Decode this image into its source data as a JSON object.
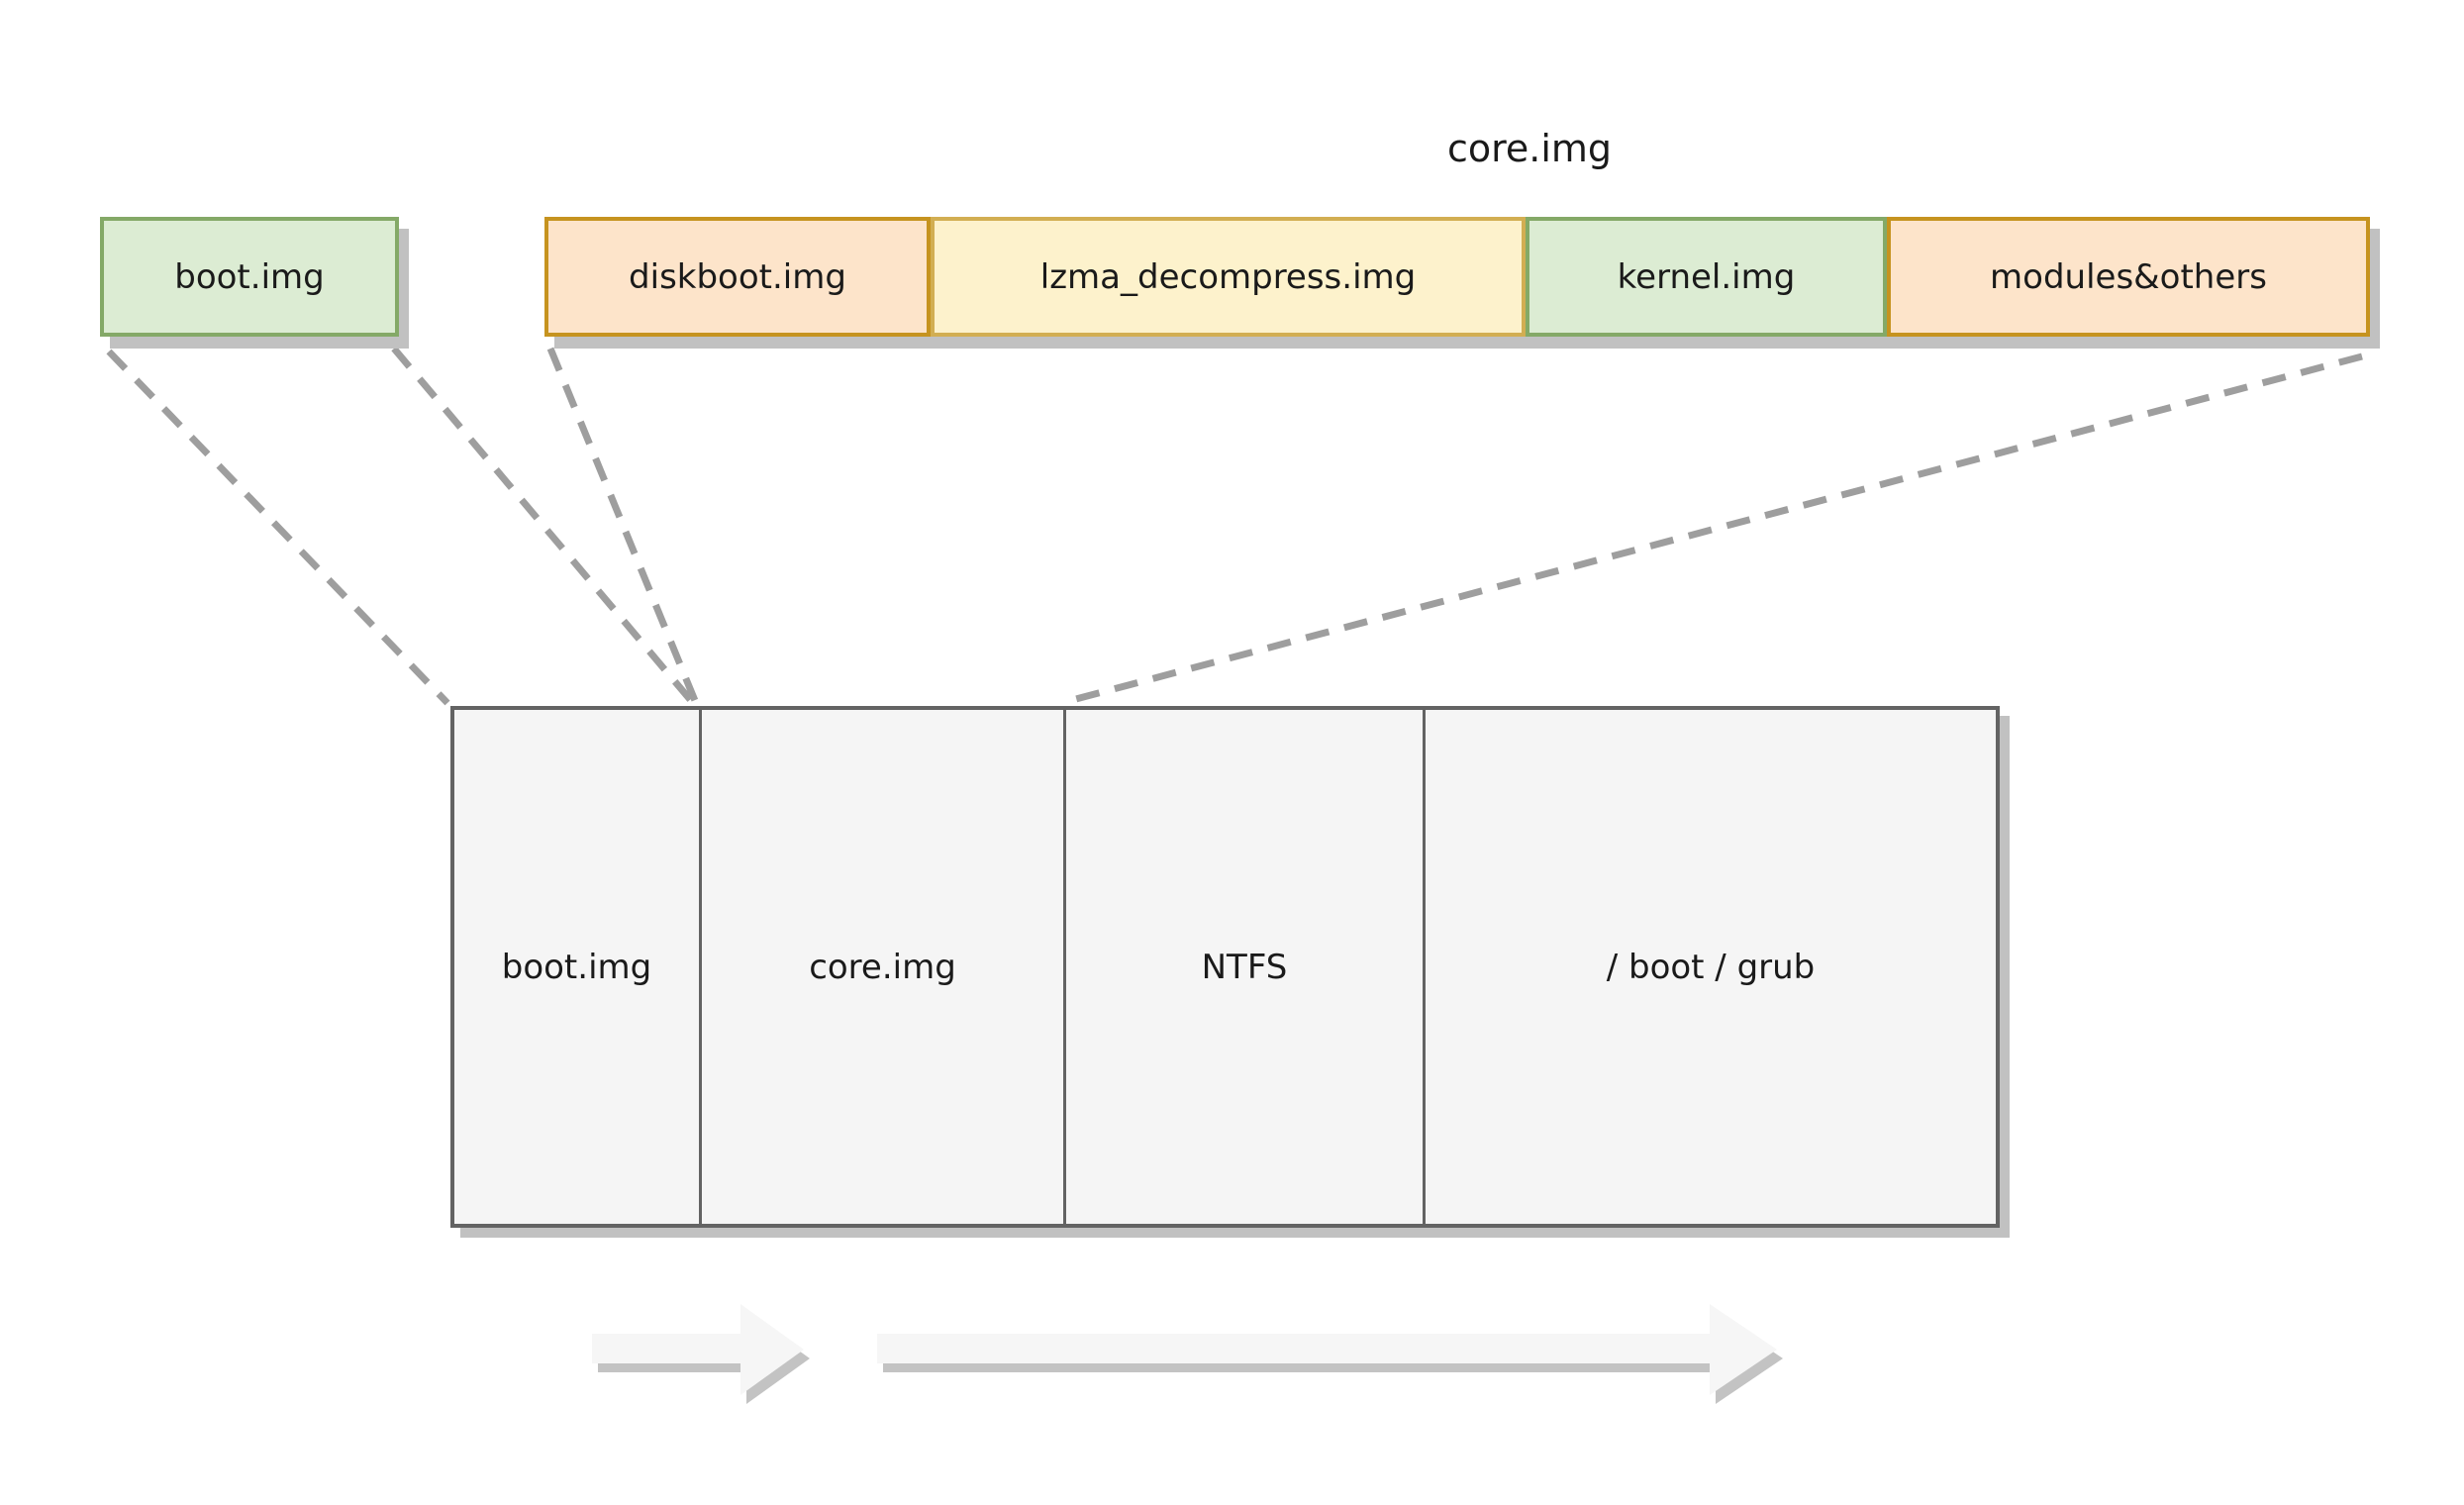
{
  "boot_box": {
    "label": "boot.img"
  },
  "core_row": {
    "title": "core.img",
    "segments": [
      {
        "label": "diskboot.img",
        "fill": "#fde4ca",
        "border": "#c6931f"
      },
      {
        "label": "lzma_decompress.img",
        "fill": "#fdf2cc",
        "border": "#d2ae52"
      },
      {
        "label": "kernel.img",
        "fill": "#dcecd3",
        "border": "#84a967"
      },
      {
        "label": "modules&others",
        "fill": "#fde4ca",
        "border": "#c6931f"
      }
    ]
  },
  "disk": {
    "sections": [
      {
        "label": "boot.img"
      },
      {
        "label": "core.img"
      },
      {
        "label": "NTFS"
      },
      {
        "label": "/ boot / grub"
      }
    ]
  },
  "colors": {
    "green_fill": "#dcecd3",
    "green_border": "#84a967",
    "orange_fill": "#fde4ca",
    "gold_border": "#c6931f",
    "yellow_fill": "#fdf2cc",
    "tan_border": "#d2ae52",
    "disk_fill": "#f5f5f5",
    "disk_border": "#636363",
    "shadow": "#c1c1c1",
    "dashed_line": "#9e9e9e",
    "arrow_fill": "#f6f6f6",
    "arrow_shadow": "#c3c3c3",
    "text": "#1a1a1a"
  }
}
